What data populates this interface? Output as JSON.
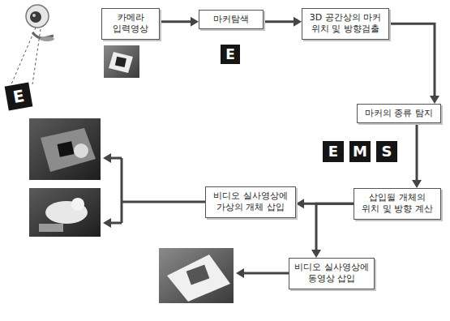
{
  "diagram": {
    "nodes": [
      {
        "text": [
          "카메라 입력영상"
        ]
      },
      {
        "text": [
          "마커탐색"
        ]
      },
      {
        "text": [
          "3D 공간상의 마커 위치 및 방향검출"
        ]
      },
      {
        "text": [
          "마커의 종류 탐지"
        ]
      },
      {
        "text": [
          "삽입될 개체의 위치 및 방향 계산"
        ]
      },
      {
        "text": [
          "비디오 실사영상에 가상의 개체 삽입"
        ]
      },
      {
        "text": [
          "비디오 실사영상에 동영상 삽입"
        ]
      }
    ],
    "edges": [
      {
        "from": 0,
        "to": 1,
        "arrow": "to"
      },
      {
        "from": 1,
        "to": 2,
        "arrow": "to"
      },
      {
        "from": 2,
        "to": 3,
        "arrow": "to"
      },
      {
        "from": 3,
        "to": 4,
        "arrow": "to"
      },
      {
        "from": 4,
        "to": 5,
        "arrow": "to"
      },
      {
        "from": 4,
        "to": 6,
        "arrow": "to"
      }
    ],
    "labels": [
      "E",
      "E",
      "E",
      "M",
      "S"
    ]
  }
}
